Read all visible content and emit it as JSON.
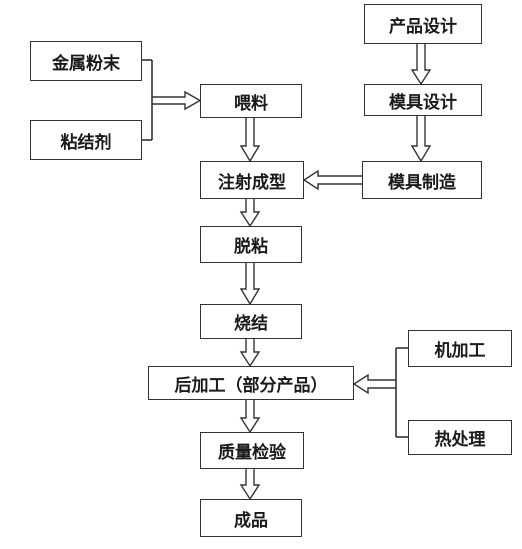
{
  "nodes": {
    "metal_powder": "金属粉末",
    "binder": "粘结剂",
    "feeding": "喂料",
    "product_design": "产品设计",
    "mold_design": "模具设计",
    "mold_making": "模具制造",
    "injection_molding": "注射成型",
    "debinding": "脱粘",
    "sintering": "烧结",
    "post_processing": "后加工（部分产品）",
    "machining": "机加工",
    "heat_treatment": "热处理",
    "quality_inspection": "质量检验",
    "finished_product": "成品"
  },
  "colors": {
    "stroke": "#333333",
    "text": "#1a1a1a",
    "background": "#ffffff"
  }
}
